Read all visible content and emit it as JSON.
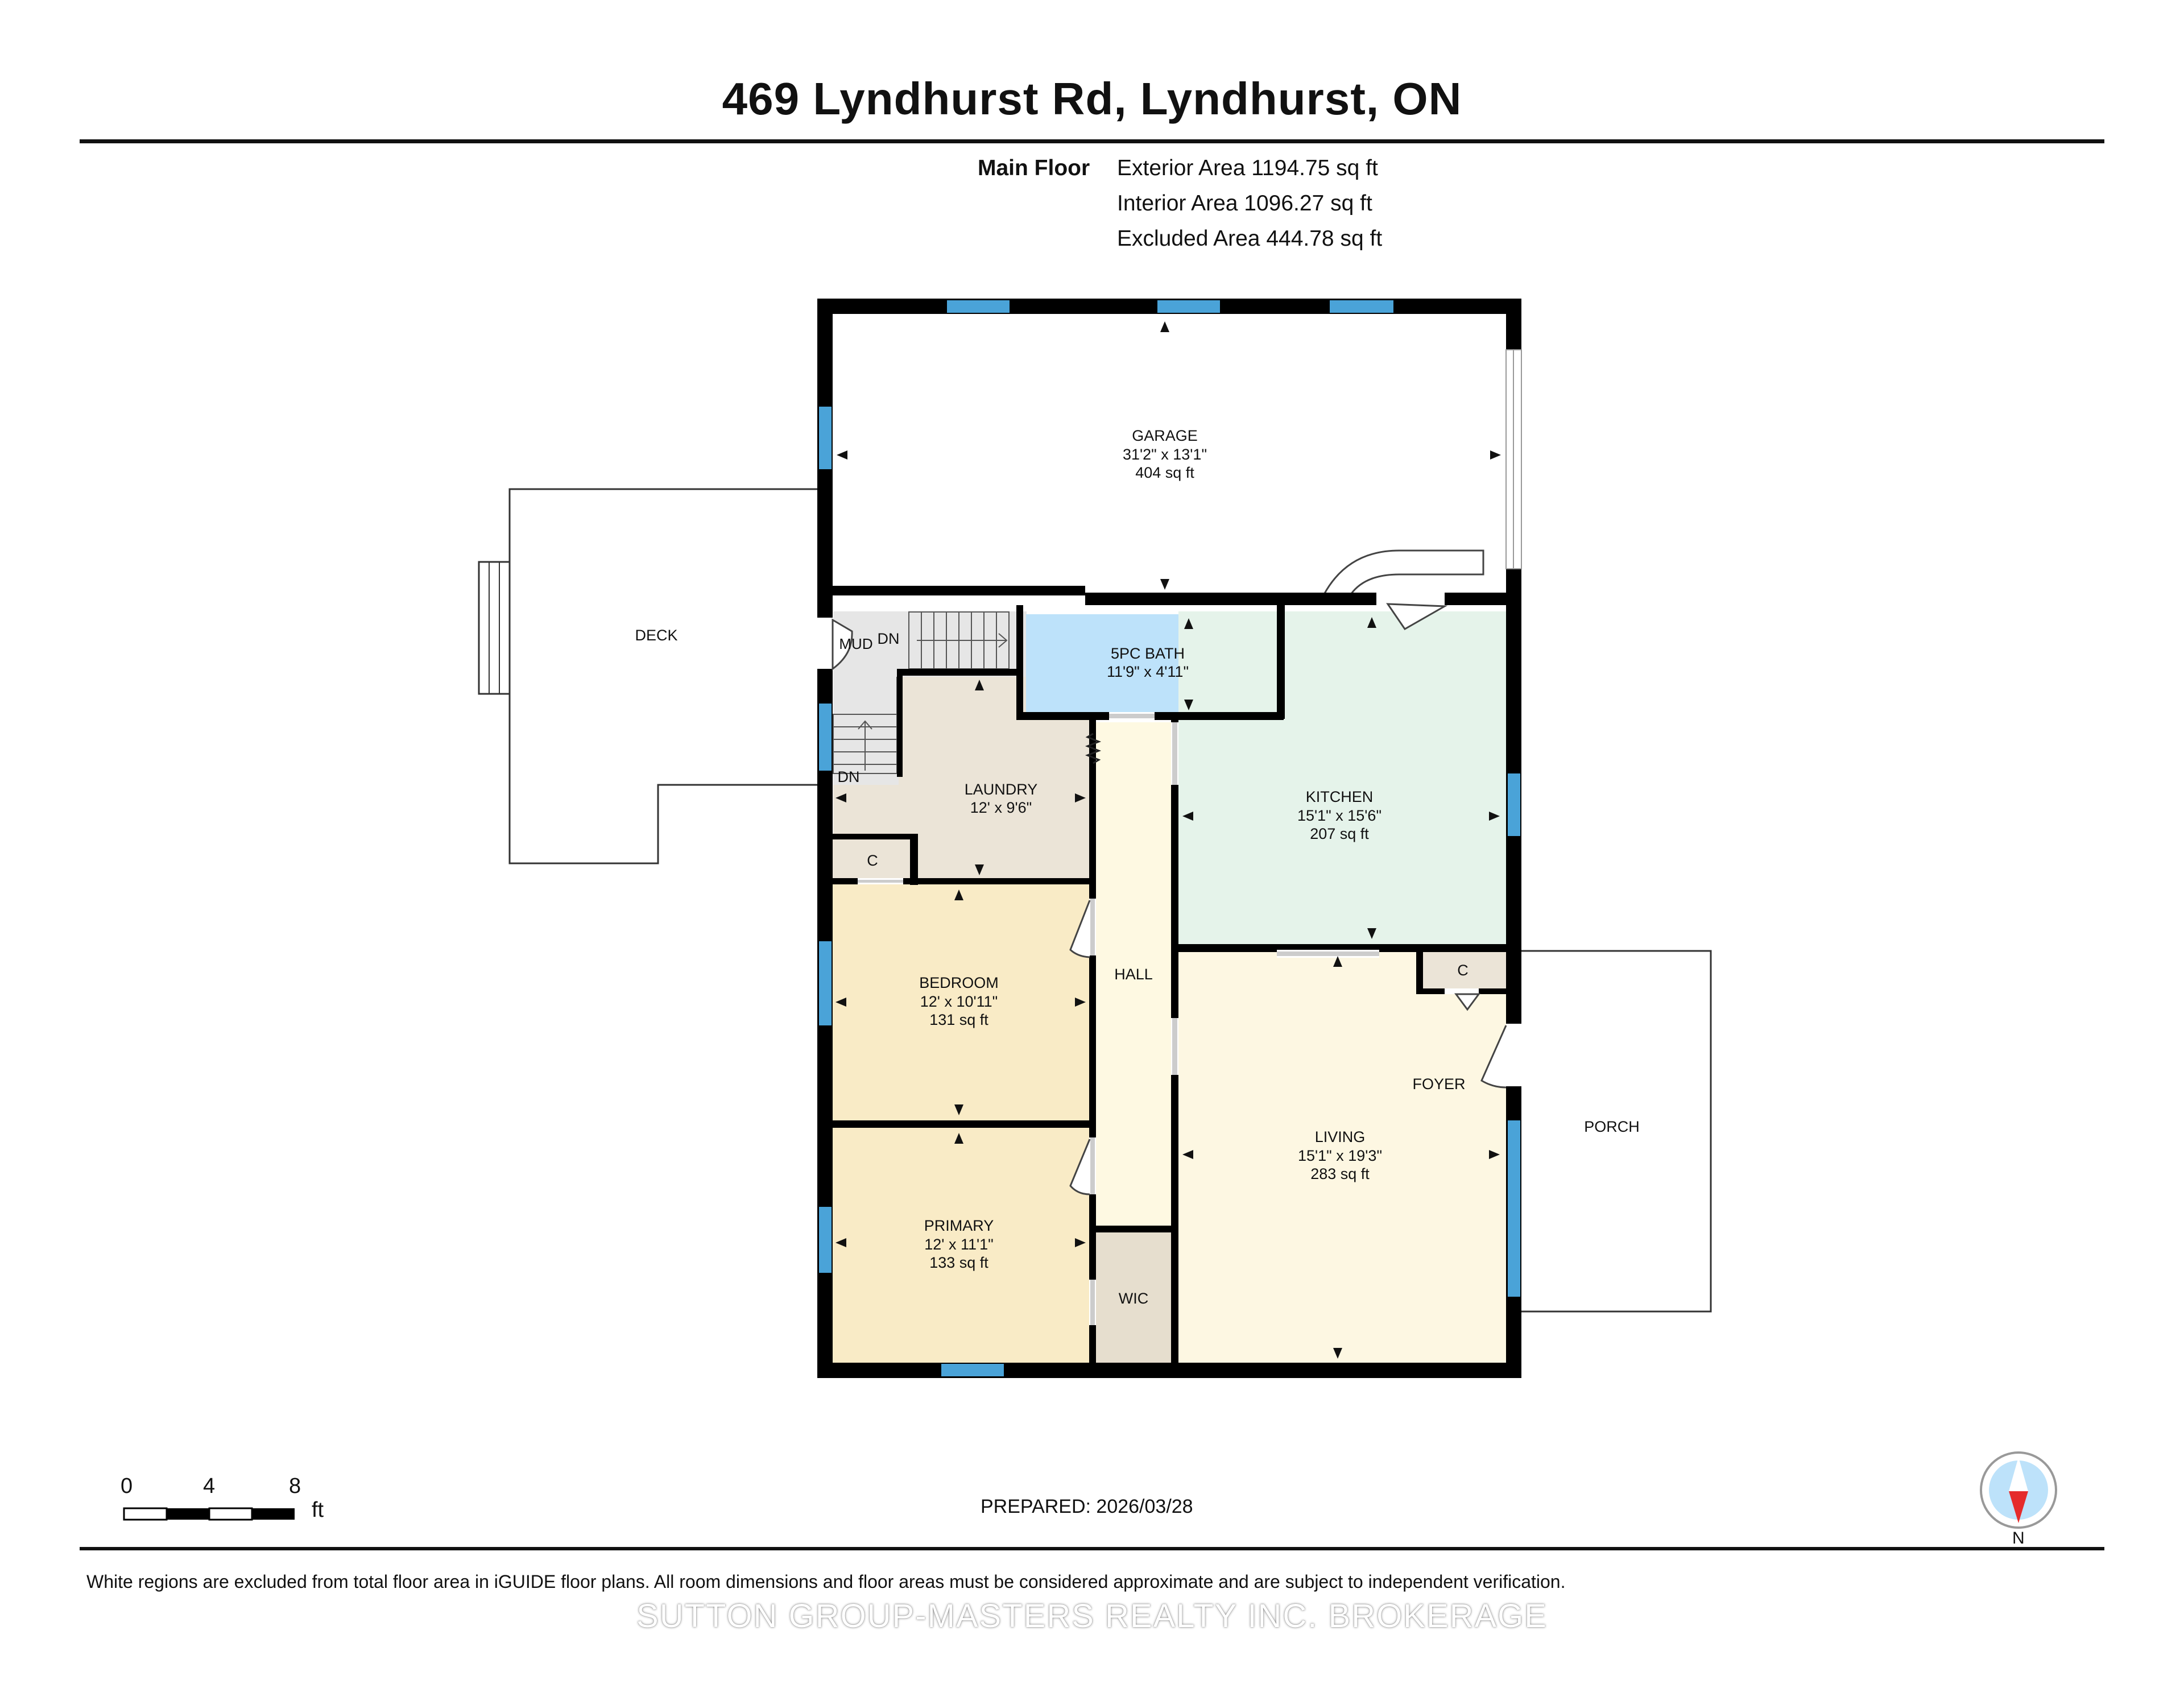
{
  "title": "469 Lyndhurst Rd, Lyndhurst, ON",
  "summary": {
    "floor_label": "Main Floor",
    "exterior": "Exterior Area 1194.75 sq ft",
    "interior": "Interior Area 1096.27 sq ft",
    "excluded": "Excluded Area 444.78 sq ft"
  },
  "rooms": {
    "garage": {
      "name": "GARAGE",
      "dims": "31'2\" x 13'1\"",
      "area": "404 sq ft"
    },
    "bath": {
      "name": "5PC BATH",
      "dims": "11'9\" x 4'11\""
    },
    "kitchen": {
      "name": "KITCHEN",
      "dims": "15'1\" x 15'6\"",
      "area": "207 sq ft"
    },
    "laundry": {
      "name": "LAUNDRY",
      "dims": "12' x 9'6\""
    },
    "bedroom": {
      "name": "BEDROOM",
      "dims": "12' x 10'11\"",
      "area": "131 sq ft"
    },
    "primary": {
      "name": "PRIMARY",
      "dims": "12' x 11'1\"",
      "area": "133 sq ft"
    },
    "living": {
      "name": "LIVING",
      "dims": "15'1\" x 19'3\"",
      "area": "283 sq ft"
    },
    "hall": {
      "name": "HALL"
    },
    "wic": {
      "name": "WIC"
    },
    "deck": {
      "name": "DECK"
    },
    "porch": {
      "name": "PORCH"
    },
    "foyer": {
      "name": "FOYER"
    },
    "mud": {
      "name": "MUD"
    },
    "closet": {
      "name": "C"
    },
    "stairs_down": "DN"
  },
  "colors": {
    "wall": "#000000",
    "window": "#4aa3d8",
    "garage": "#ffffff",
    "bath": "#bde2fa",
    "kitchen": "#e5f3ea",
    "laundry": "#ebe4d7",
    "bedroom": "#f9ebc6",
    "primary": "#f9ebc6",
    "living": "#fdf7e2",
    "hall": "#fef9e2",
    "wic": "#e6dece",
    "mud": "#e6e6e6",
    "closet": "#ebe4d7",
    "compass_arrow": "#e52b2b"
  },
  "scale": {
    "ticks": [
      "0",
      "4",
      "8"
    ],
    "unit": "ft"
  },
  "compass": {
    "label": "N"
  },
  "prepared": "PREPARED: 2026/03/28",
  "disclaimer": "White regions are excluded from total floor area in iGUIDE floor plans. All room dimensions and floor areas must be considered approximate and are subject to independent verification.",
  "watermark": "SUTTON GROUP-MASTERS REALTY INC. BROKERAGE"
}
